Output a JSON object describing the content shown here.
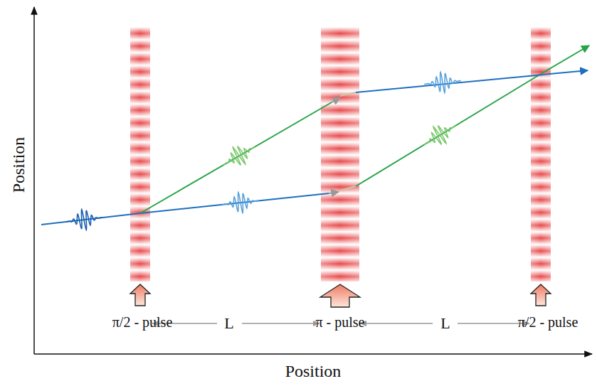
{
  "diagram": {
    "labels": [
      "Position",
      "Position",
      "π/2 - pulse",
      "L",
      "π - pulse",
      "L",
      "π/2 - pulse"
    ]
  }
}
